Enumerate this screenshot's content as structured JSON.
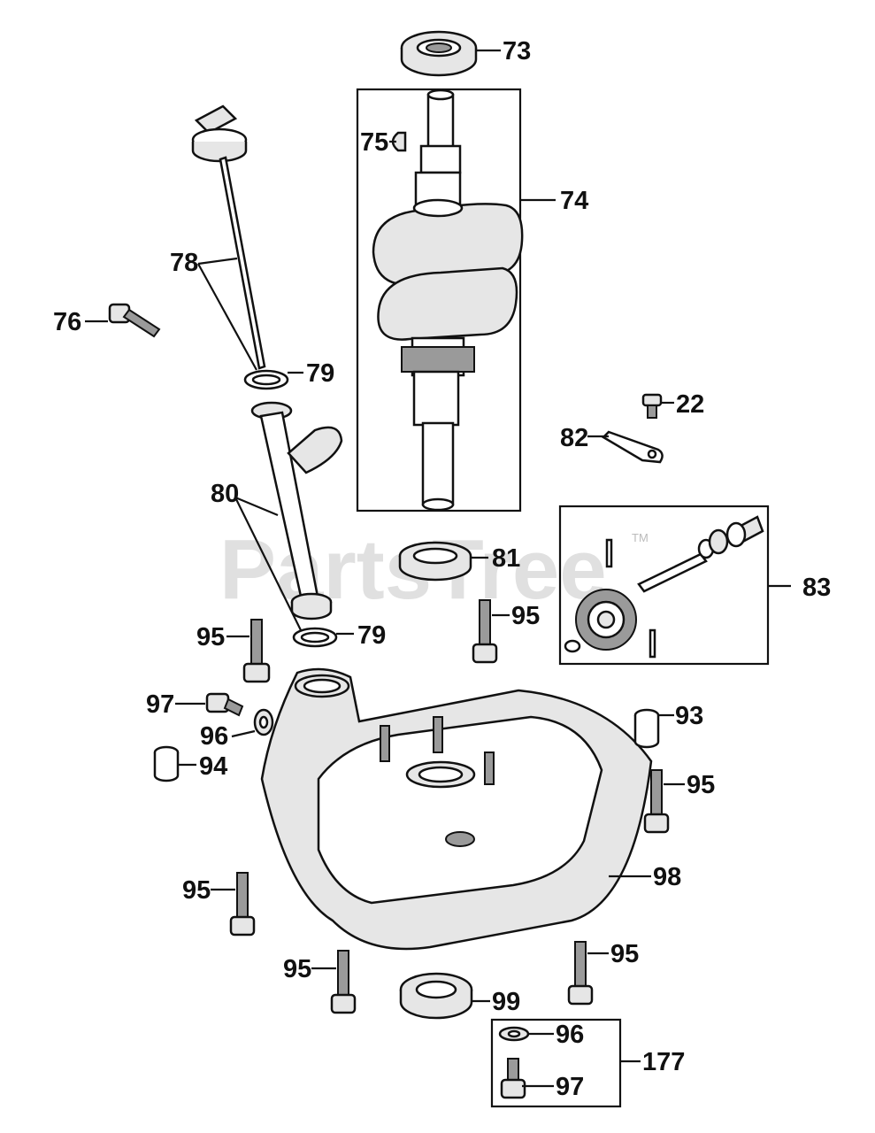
{
  "watermark": {
    "text": "PartsTree",
    "tm": "TM"
  },
  "callouts": {
    "c73": "73",
    "c74": "74",
    "c75": "75",
    "c76": "76",
    "c78": "78",
    "c79a": "79",
    "c79b": "79",
    "c80": "80",
    "c81": "81",
    "c22": "22",
    "c82": "82",
    "c83": "83",
    "c93": "93",
    "c94": "94",
    "c95a": "95",
    "c95b": "95",
    "c95c": "95",
    "c95d": "95",
    "c95e": "95",
    "c95f": "95",
    "c96a": "96",
    "c96b": "96",
    "c97a": "97",
    "c97b": "97",
    "c98": "98",
    "c99": "99",
    "c177": "177"
  }
}
